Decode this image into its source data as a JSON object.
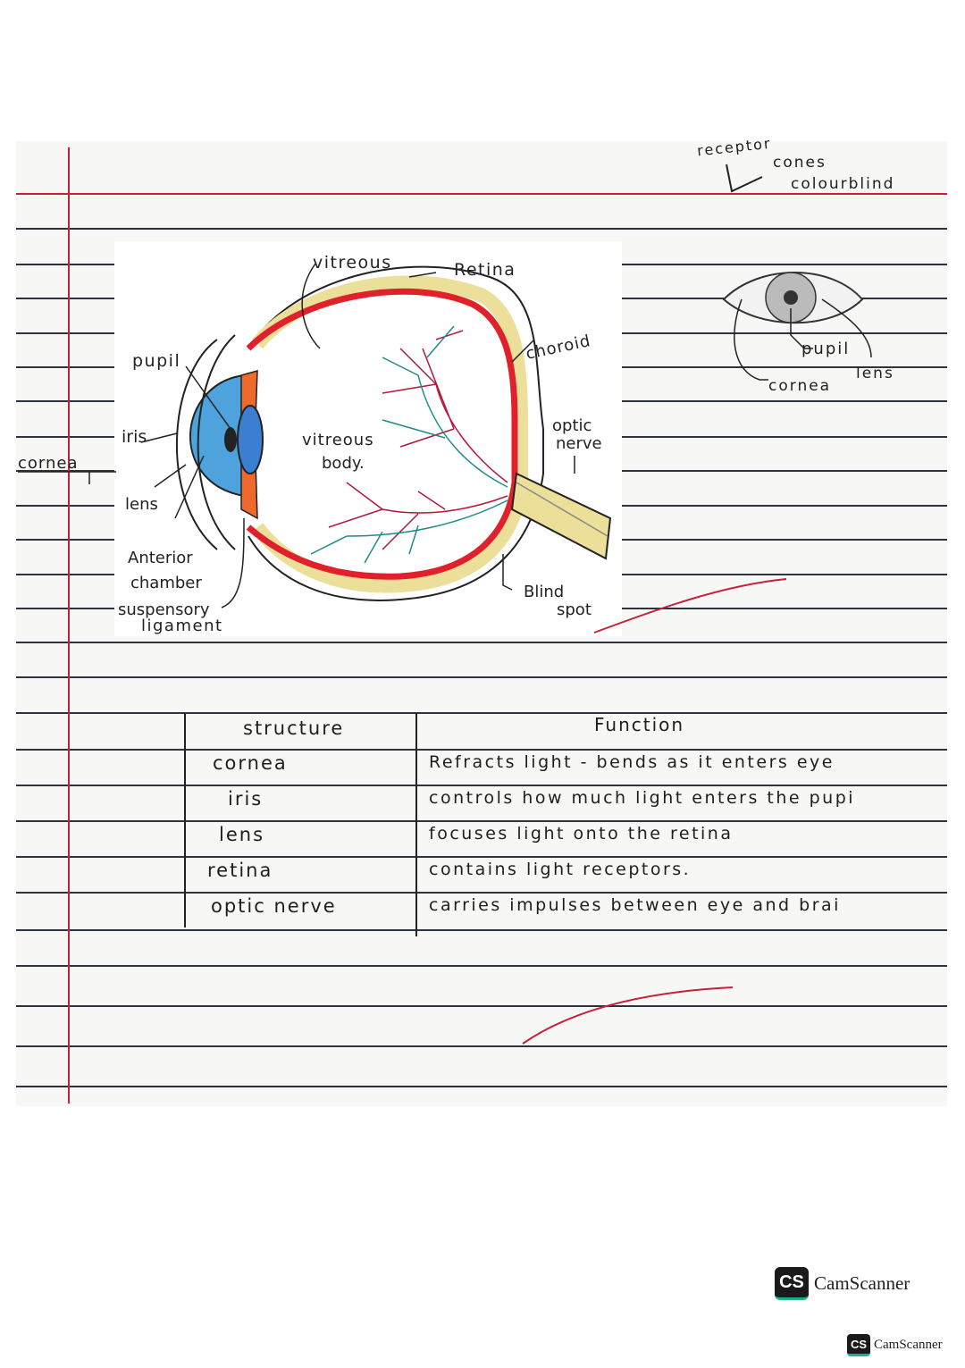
{
  "top_note": {
    "line1": "receptor",
    "line2": "cones",
    "line3": "colourblind"
  },
  "diagram": {
    "labels": {
      "vitreous": "vitreous",
      "retina": "Retina",
      "choroid": "choroid",
      "pupil": "pupil",
      "iris": "iris",
      "cornea": "cornea",
      "lens": "lens",
      "vitreous_body_1": "vitreous",
      "vitreous_body_2": "body.",
      "optic_nerve_1": "optic",
      "optic_nerve_2": "nerve",
      "anterior_1": "Anterior",
      "anterior_2": "chamber",
      "suspensory_1": "suspensory",
      "suspensory_2": "ligament",
      "blind_1": "Blind",
      "blind_2": "spot"
    },
    "colors": {
      "sclera_red": "#e0212b",
      "choroid_yellow": "#ecdf9a",
      "cornea_blue": "#4fa3dc",
      "iris_orange": "#ee6a2c",
      "vessel_red": "#b5173b",
      "vessel_teal": "#1f8a8a"
    }
  },
  "small_eye": {
    "pupil": "pupil",
    "lens": "lens",
    "cornea": "cornea"
  },
  "table": {
    "headers": [
      "structure",
      "Function"
    ],
    "rows": [
      [
        "cornea",
        "Refracts light - bends as it enters eye"
      ],
      [
        "iris",
        "controls how much light enters the pupi"
      ],
      [
        "lens",
        "focuses light onto the retina"
      ],
      [
        "retina",
        "contains light receptors."
      ],
      [
        "optic nerve",
        "carries impulses between eye and brai"
      ]
    ]
  },
  "watermark": {
    "badge": "CS",
    "name": "CamScanner"
  }
}
